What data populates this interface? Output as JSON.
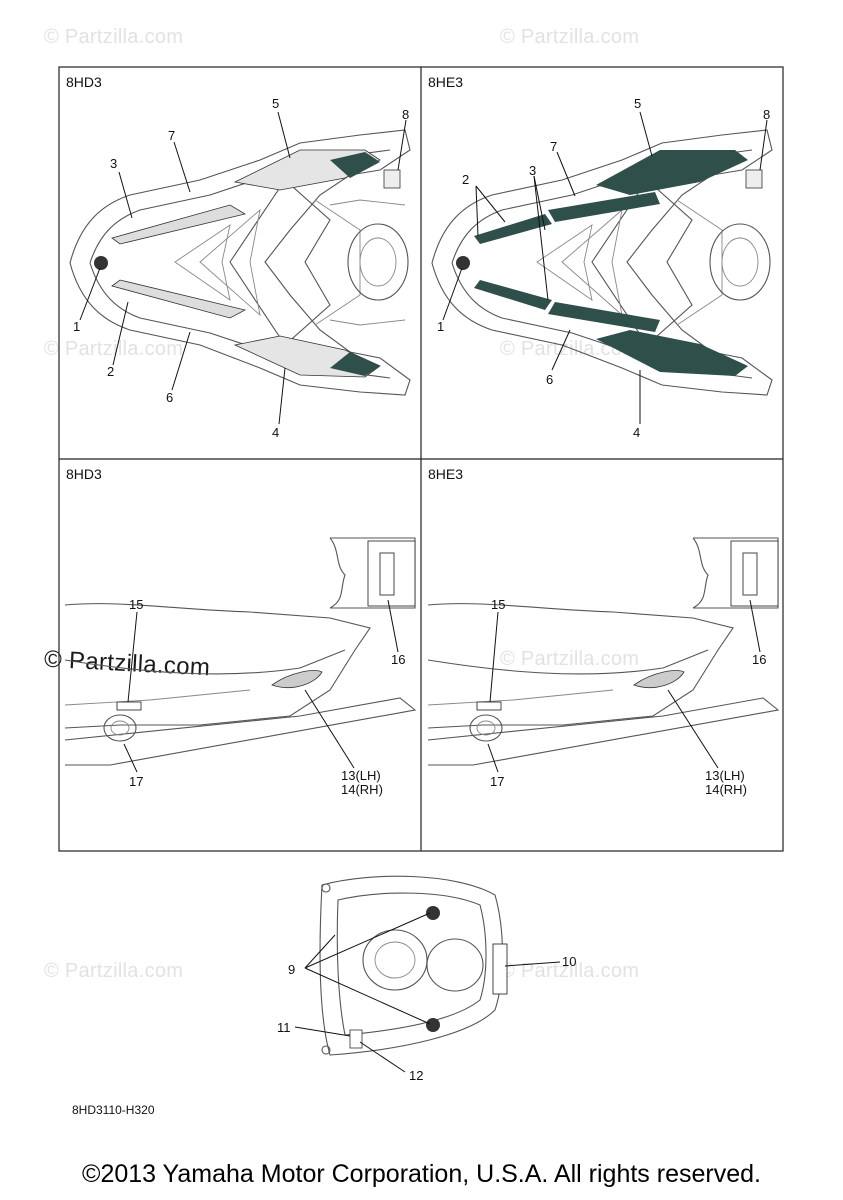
{
  "watermarks": [
    "© Partzilla.com",
    "© Partzilla.com",
    "© Partzilla.com",
    "© Partzilla.com",
    "© Partzilla.com",
    "© Partzilla.com",
    "© Partzilla.com",
    "© Partzilla.com"
  ],
  "panels": {
    "top_left": {
      "code": "8HD3"
    },
    "top_right": {
      "code": "8HE3"
    },
    "bottom_left": {
      "code": "8HD3"
    },
    "bottom_right": {
      "code": "8HE3"
    }
  },
  "callouts": {
    "top_left": [
      "1",
      "2",
      "3",
      "4",
      "5",
      "6",
      "7",
      "8"
    ],
    "top_right": [
      "1",
      "2",
      "3",
      "3",
      "4",
      "5",
      "6",
      "7",
      "8"
    ],
    "bottom_left": [
      "15",
      "16",
      "17",
      "13(LH)",
      "14(RH)"
    ],
    "bottom_right": [
      "15",
      "16",
      "17",
      "13(LH)",
      "14(RH)"
    ],
    "rear": [
      "9",
      "10",
      "11",
      "12"
    ]
  },
  "figure_id": "8HD3110-H320",
  "copyright": "©2013 Yamaha Motor Corporation, U.S.A. All rights reserved."
}
